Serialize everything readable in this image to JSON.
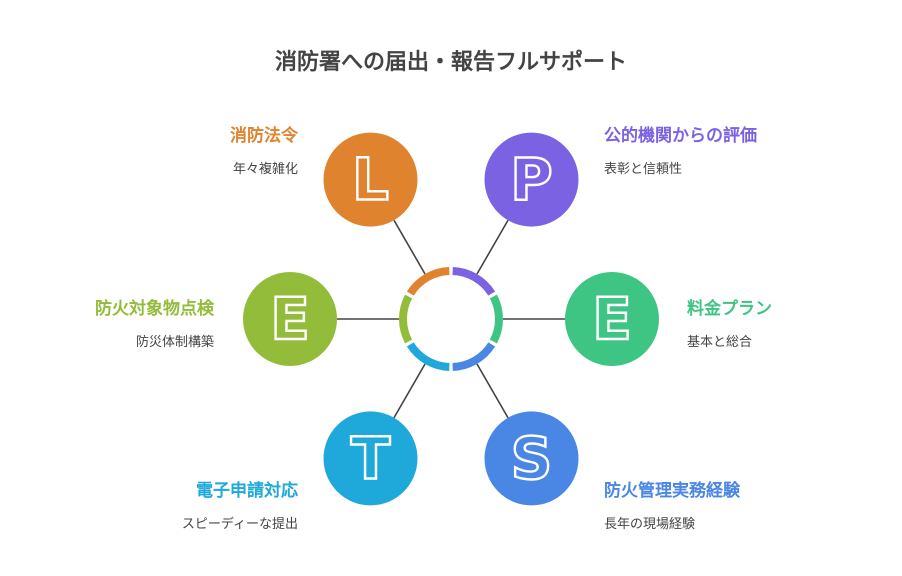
{
  "title": "消防署への届出・報告フルサポート",
  "items": [
    {
      "letter": "L",
      "heading": "消防法令",
      "sub": "年々複雑化",
      "color": "#E0832F"
    },
    {
      "letter": "P",
      "heading": "公的機関からの評価",
      "sub": "表彰と信頼性",
      "color": "#7B62E3"
    },
    {
      "letter": "E",
      "heading": "料金プラン",
      "sub": "基本と総合",
      "color": "#3EC483"
    },
    {
      "letter": "S",
      "heading": "防火管理実務経験",
      "sub": "長年の現場経験",
      "color": "#4A86E4"
    },
    {
      "letter": "T",
      "heading": "電子申請対応",
      "sub": "スピーディーな提出",
      "color": "#1FA8DA"
    },
    {
      "letter": "E",
      "heading": "防火対象物点検",
      "sub": "防災体制構築",
      "color": "#92BC3A"
    }
  ]
}
